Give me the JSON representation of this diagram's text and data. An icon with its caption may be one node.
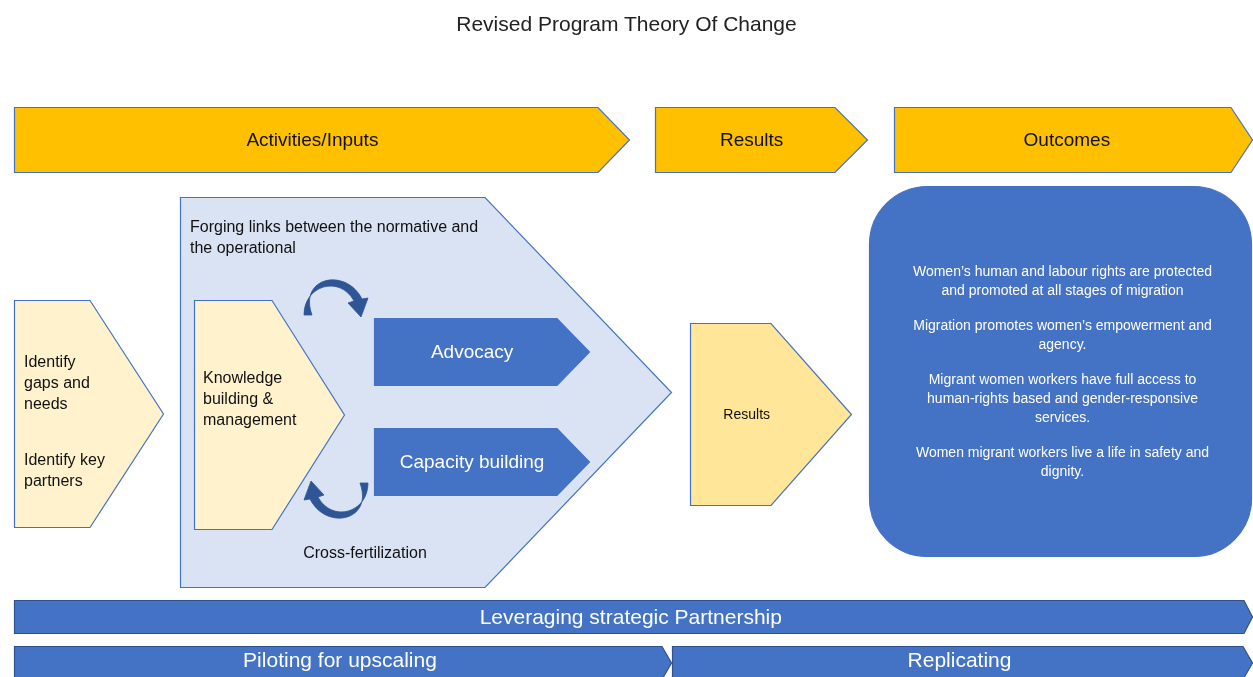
{
  "diagram": {
    "title": "Revised Program Theory Of Change",
    "nodes": [
      {
        "text": [
          "Activities/Inputs"
        ]
      },
      {
        "text": [
          "Results"
        ]
      },
      {
        "text": [
          "Outcomes"
        ]
      },
      {
        "text": [
          "Identify gaps and needs",
          "Identify key partners"
        ]
      },
      {
        "text": [
          "Forging links between the normative and the operational",
          "Cross-fertilization"
        ]
      },
      {
        "text": [
          "Knowledge building & management"
        ],
        "in": 4
      },
      {
        "text": [
          "Advocacy"
        ],
        "in": 4
      },
      {
        "text": [
          "Capacity building"
        ],
        "in": 4
      },
      {
        "text": [
          "Results"
        ]
      },
      {
        "text": [
          "Women’s human and labour rights are protected and promoted at all stages of migration",
          "Migration promotes women’s empowerment and agency.",
          "Migrant women workers have full access to human-rights based and gender-responsive services.",
          "Women migrant workers live a life in safety and dignity."
        ]
      },
      {
        "text": [
          "Leveraging strategic Partnership"
        ]
      },
      {
        "text": [
          "Piloting for upscaling"
        ]
      },
      {
        "text": [
          "Replicating"
        ]
      }
    ]
  }
}
